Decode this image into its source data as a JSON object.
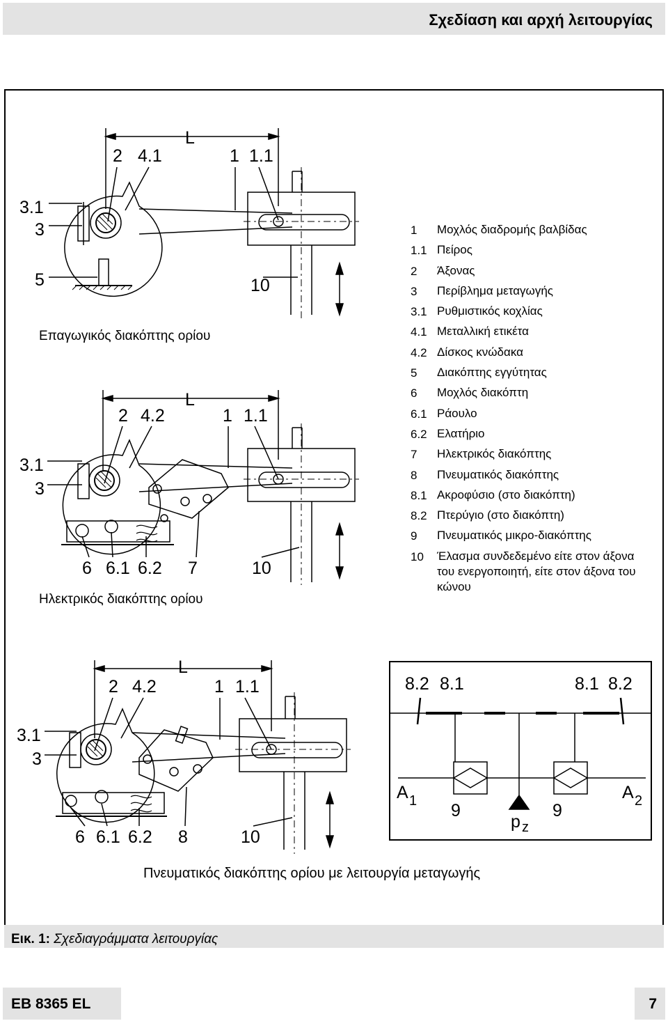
{
  "header": {
    "title": "Σχεδίαση και αρχή λειτουργίας"
  },
  "figures": {
    "inductive": {
      "caption": "Επαγωγικός διακόπτης ορίου",
      "L": "L",
      "top_labels": [
        "2",
        "4.1",
        "1",
        "1.1"
      ],
      "left_labels": [
        "3.1",
        "3",
        "5"
      ],
      "plate": "10"
    },
    "electric": {
      "caption": "Ηλεκτρικός διακόπτης ορίου",
      "L": "L",
      "top_labels": [
        "2",
        "4.2",
        "1",
        "1.1"
      ],
      "left_labels": [
        "3.1",
        "3"
      ],
      "bottom_labels": [
        "6",
        "6.1",
        "6.2",
        "7",
        "10"
      ]
    },
    "pneumatic": {
      "caption": "Πνευματικός διακόπτης ορίου με λειτουργία μεταγωγής",
      "L": "L",
      "top_labels": [
        "2",
        "4.2",
        "1",
        "1.1"
      ],
      "left_labels": [
        "3.1",
        "3"
      ],
      "bottom_labels": [
        "6",
        "6.1",
        "6.2",
        "8",
        "10"
      ]
    },
    "schematic": {
      "top_labels": [
        "8.2",
        "8.1",
        "8.1",
        "8.2"
      ],
      "port_a1": "A",
      "port_a1_sub": "1",
      "port_a2": "A",
      "port_a2_sub": "2",
      "valve_left": "9",
      "valve_right": "9",
      "supply": "p",
      "supply_sub": "z"
    }
  },
  "legend": [
    {
      "num": "1",
      "text": "Μοχλός διαδρομής βαλβίδας"
    },
    {
      "num": "1.1",
      "text": "Πείρος"
    },
    {
      "num": "2",
      "text": "Άξονας"
    },
    {
      "num": "3",
      "text": "Περίβλημα μεταγωγής"
    },
    {
      "num": "3.1",
      "text": "Ρυθμιστικός κοχλίας"
    },
    {
      "num": "4.1",
      "text": "Μεταλλική ετικέτα"
    },
    {
      "num": "4.2",
      "text": "Δίσκος κνώδακα"
    },
    {
      "num": "5",
      "text": "Διακόπτης εγγύτητας"
    },
    {
      "num": "6",
      "text": "Μοχλός διακόπτη"
    },
    {
      "num": "6.1",
      "text": "Ράουλο"
    },
    {
      "num": "6.2",
      "text": "Ελατήριο"
    },
    {
      "num": "7",
      "text": "Ηλεκτρικός διακόπτης"
    },
    {
      "num": "8",
      "text": "Πνευματικός διακόπτης"
    },
    {
      "num": "8.1",
      "text": "Ακροφύσιο (στο διακόπτη)"
    },
    {
      "num": "8.2",
      "text": "Πτερύγιο (στο διακόπτη)"
    },
    {
      "num": "9",
      "text": "Πνευματικός μικρο-διακόπτης"
    },
    {
      "num": "10",
      "text": "Έλασμα συνδεδεμένο είτε στον άξονα του ενεργοποιητή, είτε στον άξονα του κώνου"
    }
  ],
  "caption": {
    "label": "Εικ. 1:",
    "text": "Σχεδιαγράμματα λειτουργίας"
  },
  "footer": {
    "doc_id": "EB 8365 EL",
    "page": "7"
  }
}
